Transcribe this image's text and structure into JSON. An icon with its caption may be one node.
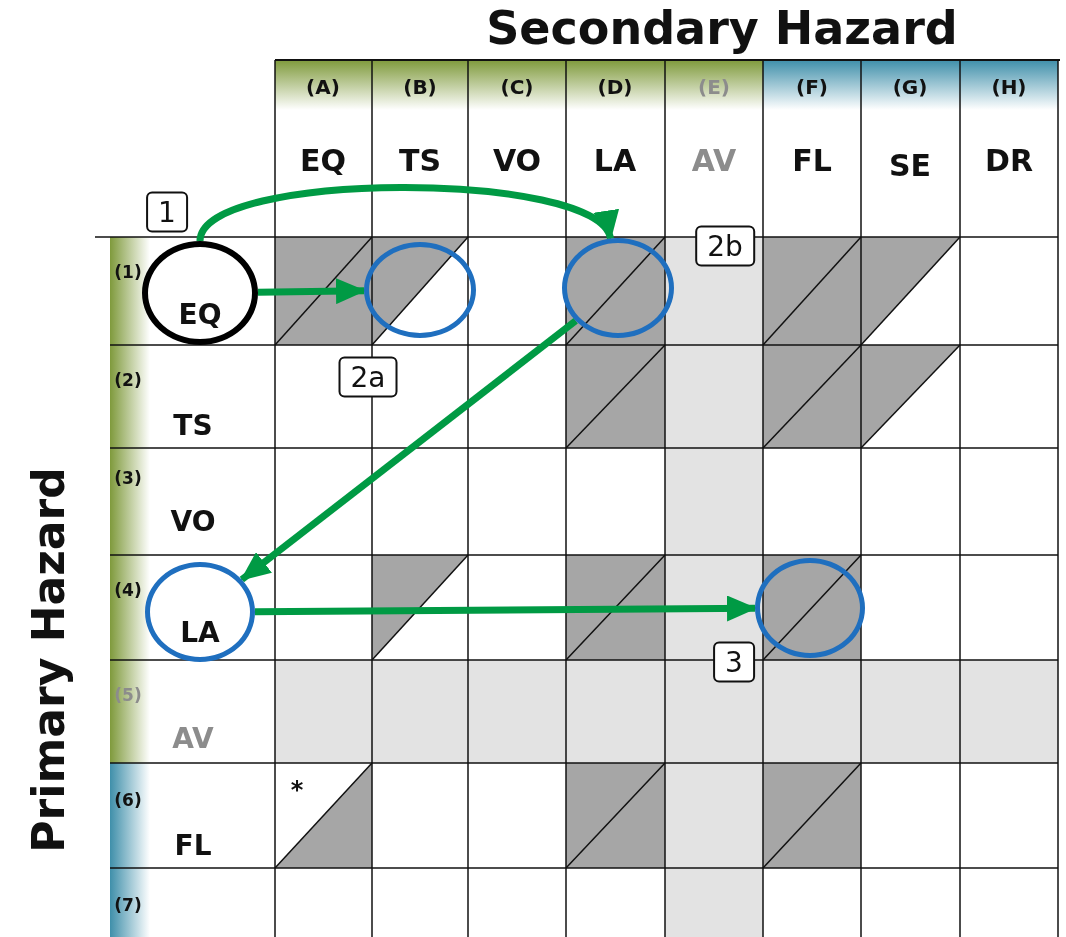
{
  "diagram": {
    "nodes": [
      {
        "text": [
          "EQ"
        ]
      },
      {
        "text": [],
        "shape": "circle"
      },
      {
        "text": [],
        "shape": "circle"
      },
      {
        "text": [
          "LA"
        ]
      },
      {
        "text": [],
        "shape": "circle"
      }
    ],
    "edges": [
      {
        "from": 0,
        "to": 2,
        "arrow": "to"
      },
      {
        "from": 0,
        "to": 1,
        "arrow": "to"
      },
      {
        "from": 2,
        "to": 3,
        "arrow": "to"
      },
      {
        "from": 3,
        "to": 4,
        "arrow": "to"
      }
    ],
    "labels": [
      "Secondary Hazard",
      "(A)",
      "EQ",
      "(B)",
      "TS",
      "(C)",
      "VO",
      "(D)",
      "LA",
      "(E)",
      "AV",
      "(F)",
      "FL",
      "(G)",
      "SE",
      "(H)",
      "DR",
      "1",
      "2b",
      "(1)",
      "2a",
      "(2)",
      "TS",
      "(3)",
      "VO",
      "(4)",
      "3",
      "(5)",
      "AV",
      "(6)",
      "*",
      "FL",
      "(7)",
      "Primary Hazard"
    ]
  }
}
